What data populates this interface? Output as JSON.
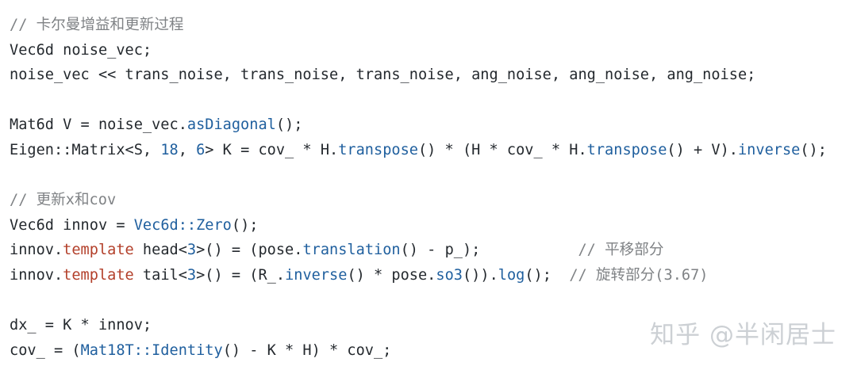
{
  "colors": {
    "background": "#ffffff",
    "text": "#24292e",
    "comment": "#7f8285",
    "function": "#1f5f9e",
    "keyword": "#b3402b",
    "watermark": "#ccd0d4"
  },
  "code": {
    "lines": [
      [
        {
          "t": "// 卡尔曼增益和更新过程",
          "k": "comment"
        }
      ],
      [
        {
          "t": "Vec6d noise_vec;",
          "k": "plain"
        }
      ],
      [
        {
          "t": "noise_vec << trans_noise, trans_noise, trans_noise, ang_noise, ang_noise, ang_noise;",
          "k": "plain"
        }
      ],
      [],
      [
        {
          "t": "Mat6d V = noise_vec.",
          "k": "plain"
        },
        {
          "t": "asDiagonal",
          "k": "fn"
        },
        {
          "t": "();",
          "k": "plain"
        }
      ],
      [
        {
          "t": "Eigen::Matrix<S, ",
          "k": "plain"
        },
        {
          "t": "18",
          "k": "num"
        },
        {
          "t": ", ",
          "k": "plain"
        },
        {
          "t": "6",
          "k": "num"
        },
        {
          "t": "> K = cov_ * H.",
          "k": "plain"
        },
        {
          "t": "transpose",
          "k": "fn"
        },
        {
          "t": "() * (H * cov_ * H.",
          "k": "plain"
        },
        {
          "t": "transpose",
          "k": "fn"
        },
        {
          "t": "() + V).",
          "k": "plain"
        },
        {
          "t": "inverse",
          "k": "fn"
        },
        {
          "t": "();",
          "k": "plain"
        }
      ],
      [],
      [
        {
          "t": "// 更新x和cov",
          "k": "comment"
        }
      ],
      [
        {
          "t": "Vec6d innov = ",
          "k": "plain"
        },
        {
          "t": "Vec6d::Zero",
          "k": "fn"
        },
        {
          "t": "();",
          "k": "plain"
        }
      ],
      [
        {
          "t": "innov.",
          "k": "plain"
        },
        {
          "t": "template",
          "k": "kw"
        },
        {
          "t": " head<",
          "k": "plain"
        },
        {
          "t": "3",
          "k": "num"
        },
        {
          "t": ">() = (pose.",
          "k": "plain"
        },
        {
          "t": "translation",
          "k": "fn"
        },
        {
          "t": "() - p_);",
          "k": "plain"
        },
        {
          "t": "           // 平移部分",
          "k": "comment"
        }
      ],
      [
        {
          "t": "innov.",
          "k": "plain"
        },
        {
          "t": "template",
          "k": "kw"
        },
        {
          "t": " tail<",
          "k": "plain"
        },
        {
          "t": "3",
          "k": "num"
        },
        {
          "t": ">() = (R_.",
          "k": "plain"
        },
        {
          "t": "inverse",
          "k": "fn"
        },
        {
          "t": "() * pose.",
          "k": "plain"
        },
        {
          "t": "so3",
          "k": "fn"
        },
        {
          "t": "()).",
          "k": "plain"
        },
        {
          "t": "log",
          "k": "fn"
        },
        {
          "t": "();",
          "k": "plain"
        },
        {
          "t": "  // 旋转部分(3.67)",
          "k": "comment"
        }
      ],
      [],
      [
        {
          "t": "dx_ = K * innov;",
          "k": "plain"
        }
      ],
      [
        {
          "t": "cov_ = (",
          "k": "plain"
        },
        {
          "t": "Mat18T::Identity",
          "k": "fn"
        },
        {
          "t": "() - K * H) * cov_;",
          "k": "plain"
        }
      ]
    ]
  },
  "watermark": {
    "text": "知乎 @半闲居士",
    "icon": "zhihu-logo"
  }
}
